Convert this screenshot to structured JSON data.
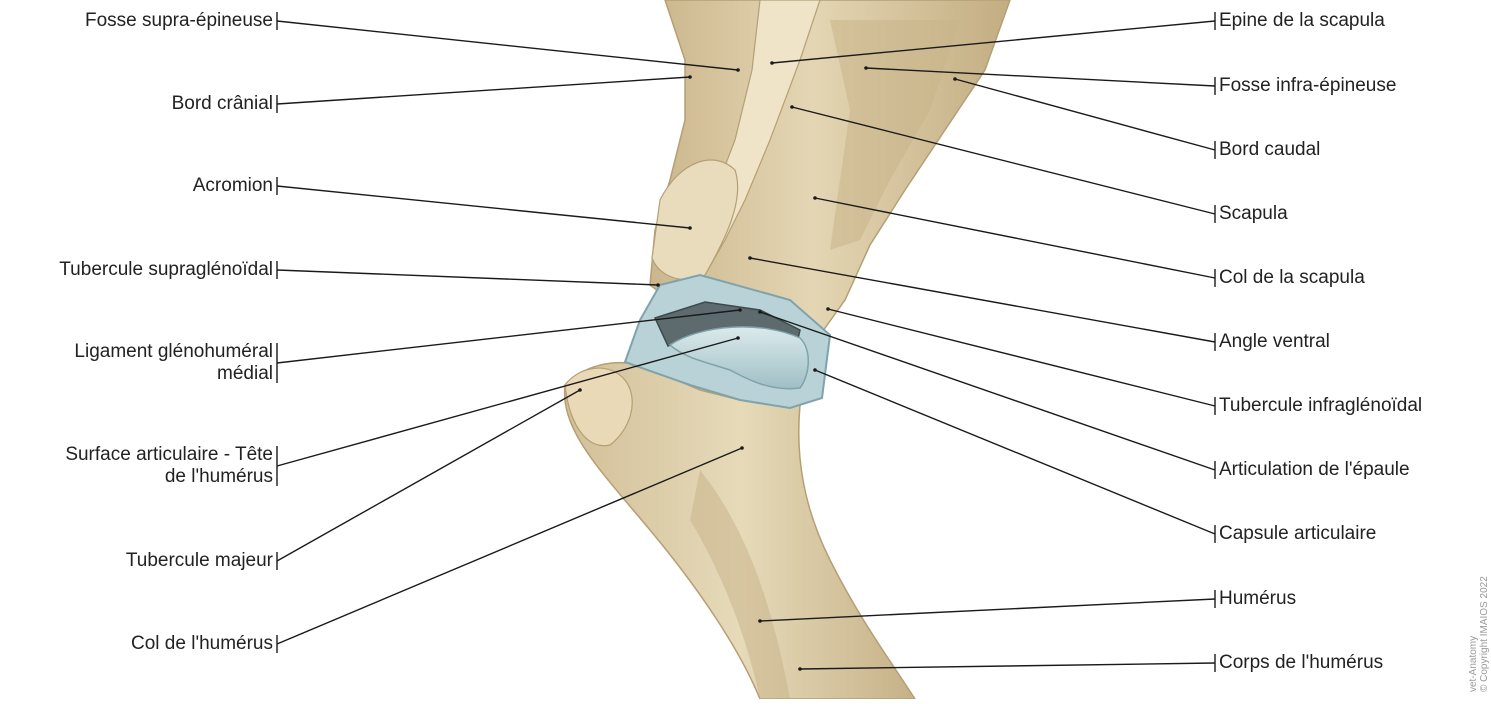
{
  "labels_left": [
    "Fosse supra-épineuse",
    "Bord crânial",
    "Acromion",
    "Tubercule supraglénoïdal",
    "Ligament glénohuméral\nmédial",
    "Surface articulaire - Tête\nde l'humérus",
    "Tubercule majeur",
    "Col de l'humérus"
  ],
  "labels_right": [
    "Epine de la scapula",
    "Fosse infra-épineuse",
    "Bord caudal",
    "Scapula",
    "Col de la scapula",
    "Angle ventral",
    "Tubercule infraglénoïdal",
    "Articulation de l'épaule",
    "Capsule articulaire",
    "Humérus",
    "Corps de l'humérus"
  ],
  "watermark": [
    "vet-Anatomy",
    "© Copyright IMAIOS 2022"
  ],
  "colors": {
    "bone": "#dccba6",
    "bone_shadow": "#bfa97e",
    "cartilage": "#c9dde0",
    "capsule": "#a9c6cc",
    "leader_line": "#1a1a1a",
    "text": "#222222"
  }
}
